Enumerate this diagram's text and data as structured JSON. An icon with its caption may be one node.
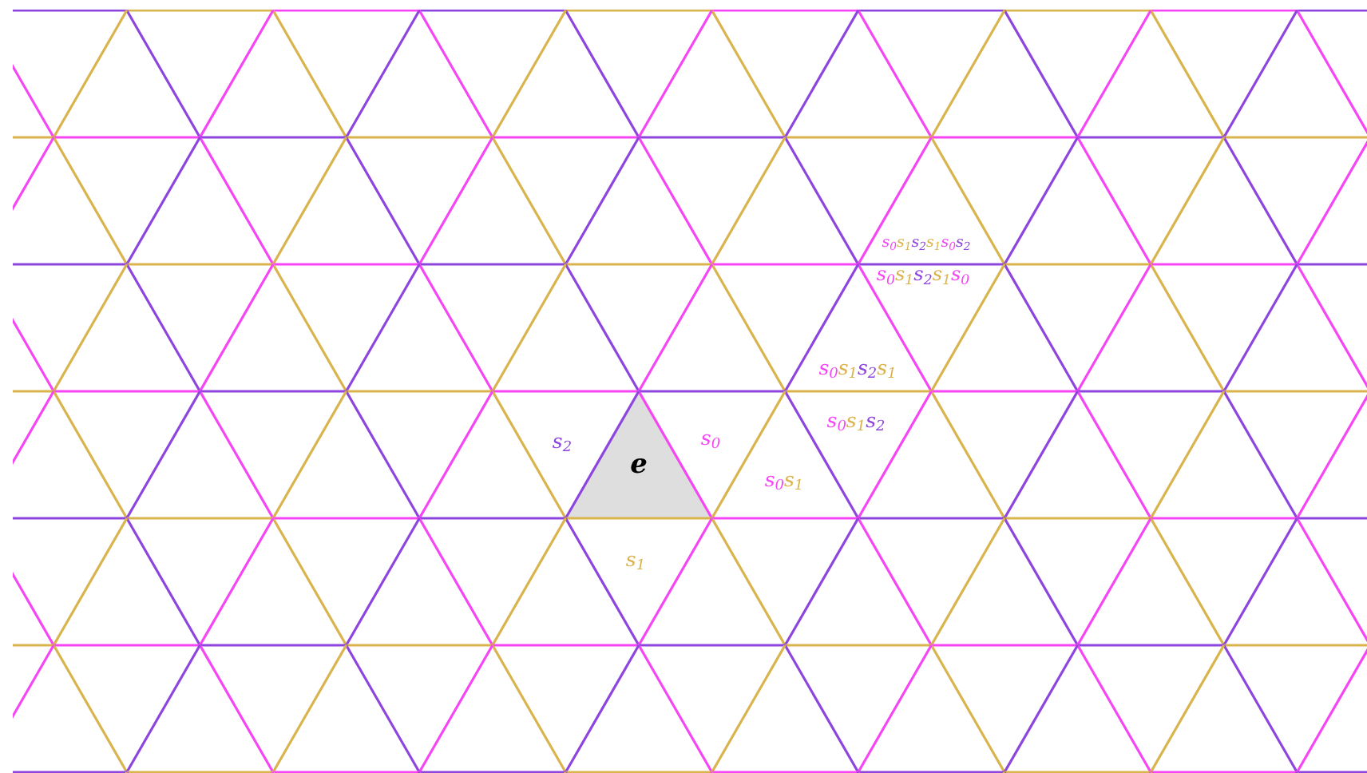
{
  "diagram": {
    "nodes": [
      {
        "text": [
          "e"
        ]
      }
    ],
    "labels": [
      "s$_{0}$s$_{1}$s$_{2}$s$_{1}$s$_{0}$s$_{2}$",
      "s$_{0}$s$_{1}$s$_{2}$s$_{1}$s$_{0}$",
      "s$_{0}$s$_{1}$s$_{2}$s$_{1}$",
      "s$_{0}$s$_{1}$s$_{2}$",
      "s$_{2}$",
      "s$_{0}$",
      "s$_{0}$s$_{1}$",
      "s$_{1}$"
    ]
  }
}
